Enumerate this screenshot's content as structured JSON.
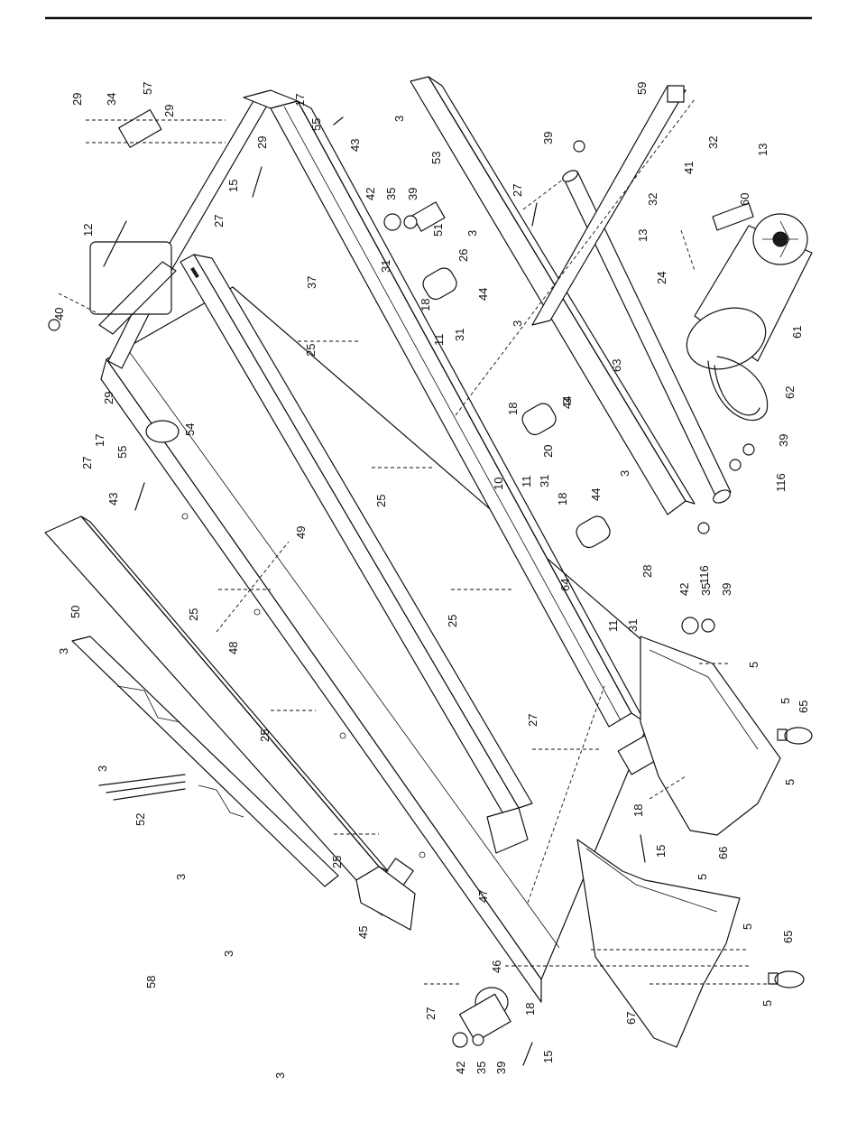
{
  "diagram": {
    "labels": {
      "l29a": "29",
      "l34": "34",
      "l57": "57",
      "l29b": "29",
      "l17a": "17",
      "l55a": "55",
      "l43a": "43",
      "l29c": "29",
      "l15a": "15",
      "l42a": "42",
      "l35a": "35",
      "l39a": "39",
      "l12": "12",
      "l27a": "27",
      "l37": "37",
      "l31a": "31",
      "l51": "51",
      "l26": "26",
      "l40": "40",
      "l18a": "18",
      "l44a": "44",
      "l25a": "25",
      "l11a": "11",
      "l31b": "31",
      "l3a": "3",
      "l53": "53",
      "l27b": "27",
      "l3b": "3",
      "l3c": "3",
      "l59": "59",
      "l39b": "39",
      "l13a": "13",
      "l32a": "32",
      "l41": "41",
      "l60": "60",
      "l32b": "32",
      "l13b": "13",
      "l24": "24",
      "l61": "61",
      "l63": "63",
      "l62": "62",
      "l29d": "29",
      "l17b": "17",
      "l55b": "55",
      "l54": "54",
      "l27c": "27",
      "l43b": "43",
      "l18b": "18",
      "l44b": "44",
      "l3d": "3",
      "l20": "20",
      "l10": "10",
      "l25b": "25",
      "l49": "49",
      "l11b": "11",
      "l31c": "31",
      "l18c": "18",
      "l44c": "44",
      "l3e": "3",
      "l39c": "39",
      "l116a": "116",
      "l116b": "116",
      "l28": "28",
      "l50": "50",
      "l25c": "25",
      "l64": "64",
      "l25d": "25",
      "l48": "48",
      "l11c": "11",
      "l31d": "31",
      "l42b": "42",
      "l35b": "35",
      "l39d": "39",
      "l5a": "5",
      "l3f": "3",
      "l25e": "25",
      "l27d": "27",
      "l5b": "5",
      "l65a": "65",
      "l5c": "5",
      "l52": "52",
      "l3g": "3",
      "l18d": "18",
      "l15b": "15",
      "l66": "66",
      "l3h": "3",
      "l25f": "25",
      "l47": "47",
      "l5d": "5",
      "l5e": "5",
      "l65b": "65",
      "l3i": "3",
      "l45": "45",
      "l58": "58",
      "l27e": "27",
      "l46": "46",
      "l18e": "18",
      "l5f": "5",
      "l67": "67",
      "l3j": "3",
      "l42c": "42",
      "l35c": "35",
      "l39e": "39",
      "l15c": "15"
    }
  }
}
